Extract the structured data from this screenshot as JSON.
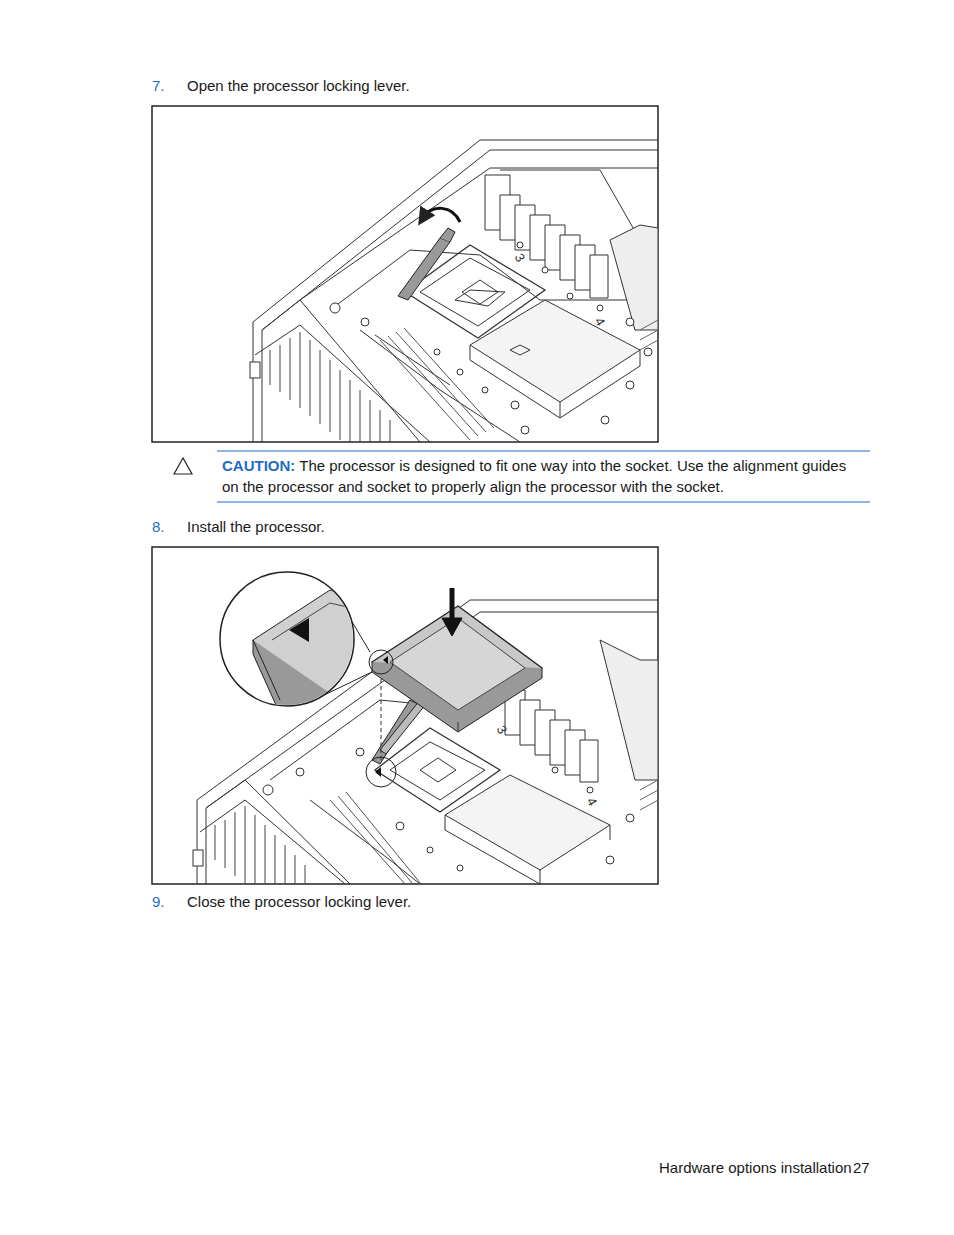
{
  "diagram": {
    "labels": [
      "7.",
      "Open the processor locking lever.",
      "CAUTION:",
      "The processor is designed to fit one way into the socket. Use the alignment guides on the processor and socket to properly align the processor with the socket.",
      "8.",
      "Install the processor.",
      "9.",
      "Close the processor locking lever.",
      "Hardware options installation",
      "27",
      "3",
      "4",
      "3",
      "4"
    ]
  }
}
